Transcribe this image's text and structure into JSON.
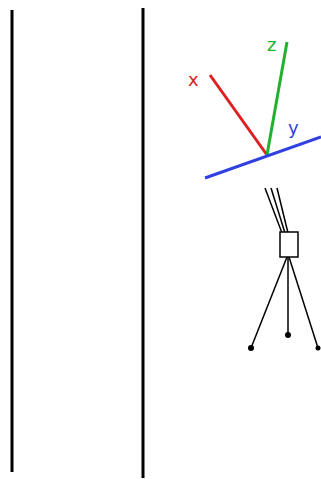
{
  "diagram": {
    "labels": [
      "x",
      "z",
      "y"
    ]
  }
}
